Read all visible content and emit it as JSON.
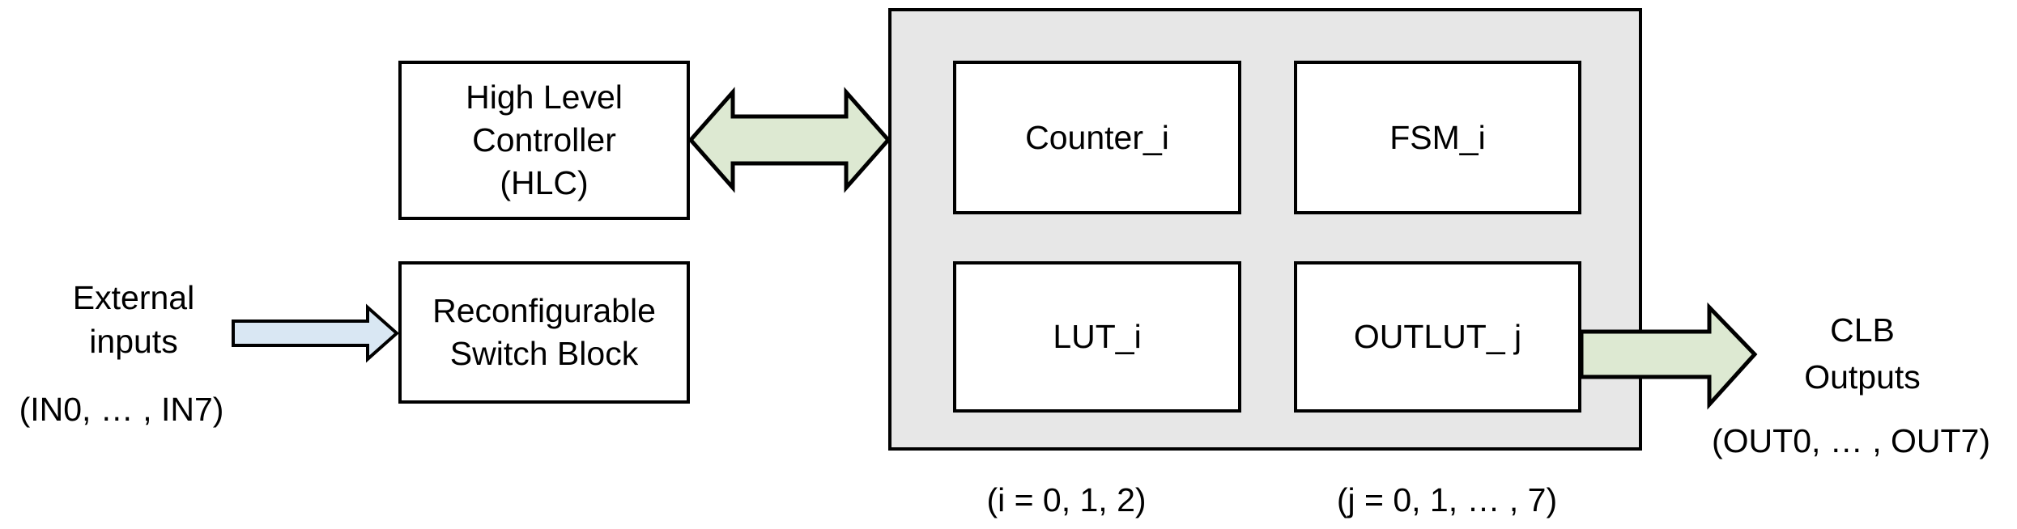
{
  "diagram": {
    "title_semantic": "CLB architecture block diagram",
    "left": {
      "external_inputs_label": [
        "External",
        "inputs"
      ],
      "external_inputs_range": "(IN0, … , IN7)"
    },
    "blocks": {
      "hlc_label": [
        "High Level",
        "Controller",
        "(HLC)"
      ],
      "switch_block_label": [
        "Reconfigurable",
        "Switch Block"
      ],
      "counter_label": "Counter_i",
      "fsm_label": "FSM_i",
      "lut_label": "LUT_i",
      "outlut_label": "OUTLUT_ j"
    },
    "right": {
      "clb_outputs_label": [
        "CLB",
        "Outputs"
      ],
      "clb_outputs_range": "(OUT0, … , OUT7)"
    },
    "footnotes": {
      "i_range": "(i = 0, 1, 2)",
      "j_range": "(j = 0, 1, … , 7)"
    },
    "colors": {
      "input_arrow_fill": "#d9e7f3",
      "data_arrow_fill": "#dde9d2",
      "clb_container_fill": "#e7e7e7",
      "block_fill": "#ffffff",
      "outline": "#000000"
    }
  }
}
